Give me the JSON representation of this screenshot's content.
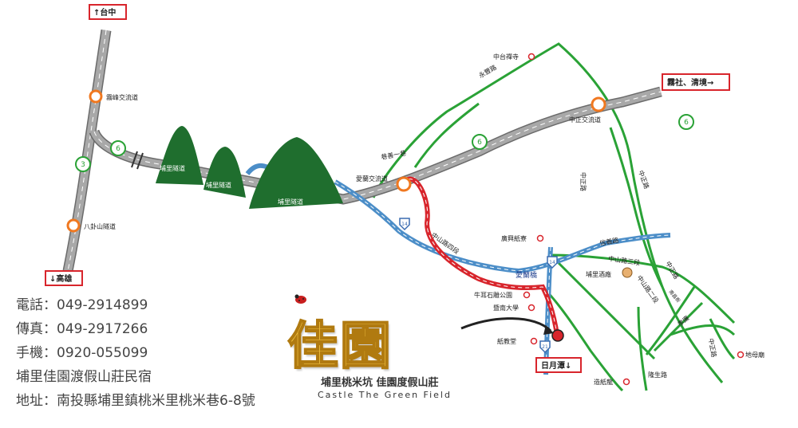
{
  "signs": {
    "north": "↑台中",
    "south": "↓高雄",
    "east": "霧社、清境→",
    "sun_moon_lake": "日月潭↓"
  },
  "interchanges": {
    "wufeng": "霧峰交流道",
    "bagua": "八卦山隧道",
    "ailan": "愛蘭交流道",
    "zhongzheng": "中正交流道"
  },
  "tunnels": [
    "埔里隧道",
    "埔里隧道",
    "埔里隧道"
  ],
  "roads": {
    "yongfeng": "永豐路",
    "xiangshan": "巷善一巷",
    "zhongshan4": "中山路四段",
    "xinyi": "信義路",
    "zhongshan3": "中山路三段",
    "zhongshan2": "中山路二段",
    "zhongzheng_a": "中正路",
    "zhongzheng_b": "中正路",
    "zhongzheng_c": "中正路",
    "zhongzheng_d": "中正路",
    "nanchang": "南昌街",
    "xiaoxing": "孝廉",
    "longsheng": "隆生路",
    "ailan_bridge": "愛蘭橋"
  },
  "shields": {
    "hwy3": "3",
    "hwy6a": "6",
    "hwy6b": "6",
    "hwy6c": "6",
    "hwy14a": "14",
    "hwy14b": "14",
    "hwy21": "21"
  },
  "landmarks": {
    "zhongtai": "中台禪寺",
    "guangxing": "廣興紙寮",
    "puli_winery": "埔里酒廠",
    "niuer": "牛耳石雕公園",
    "jinan": "暨南大學",
    "paper_church": "紙教堂",
    "temple": "地母廟",
    "paper_dragon": "造紙龍"
  },
  "contact": {
    "phone": "電話：049-2914899",
    "fax": "傳真：049-2917266",
    "mobile": "手機：0920-055099",
    "name": "埔里佳園渡假山莊民宿",
    "address": "地址：南投縣埔里鎮桃米里桃米巷6-8號"
  },
  "brand": {
    "logo": "佳園",
    "zh": "埔里桃米坑 佳園度假山莊",
    "en": "Castle The Green Field"
  },
  "colors": {
    "highway": "#9a9a9a",
    "red_route": "#d8252c",
    "blue_route": "#5aa0d8",
    "green_road": "#2aa236",
    "mountain": "#1f6e2e",
    "interchange": "#f07820"
  }
}
